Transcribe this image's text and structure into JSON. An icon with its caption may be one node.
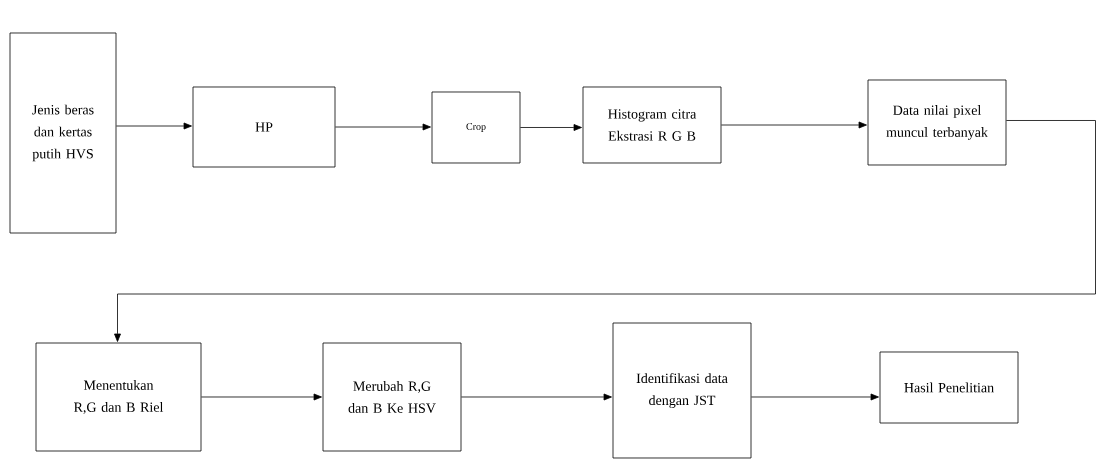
{
  "diagram": {
    "nodes": [
      {
        "text": [
          "Jenis beras dan kertas putih HVS"
        ]
      },
      {
        "text": [
          "HP"
        ]
      },
      {
        "text": [
          "Crop"
        ]
      },
      {
        "text": [
          "Histogram citra Ekstrasi R G B"
        ]
      },
      {
        "text": [
          "Data nilai pixel muncul terbanyak"
        ]
      },
      {
        "text": [
          "Menentukan R,G dan B Riel"
        ]
      },
      {
        "text": [
          "Merubah R,G dan B Ke HSV"
        ]
      },
      {
        "text": [
          "Identifikasi data dengan JST"
        ]
      },
      {
        "text": [
          "Hasil Penelitian"
        ]
      }
    ],
    "edges": [
      {
        "from": 0,
        "to": 1,
        "arrow": "to"
      },
      {
        "from": 1,
        "to": 2,
        "arrow": "to"
      },
      {
        "from": 2,
        "to": 3,
        "arrow": "to"
      },
      {
        "from": 3,
        "to": 4,
        "arrow": "to"
      },
      {
        "from": 4,
        "to": 5,
        "arrow": "to"
      },
      {
        "from": 5,
        "to": 6,
        "arrow": "to"
      },
      {
        "from": 6,
        "to": 7,
        "arrow": "to"
      },
      {
        "from": 7,
        "to": 8,
        "arrow": "to"
      }
    ]
  }
}
